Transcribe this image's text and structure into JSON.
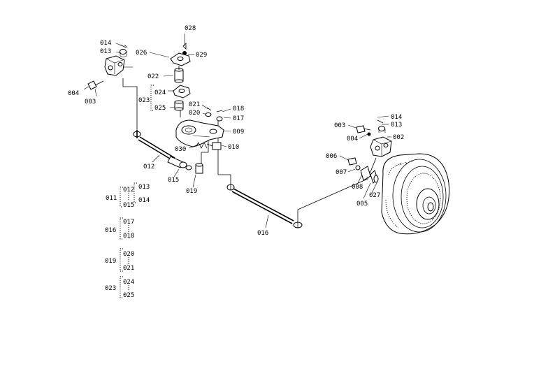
{
  "labels": {
    "l014a": "014",
    "l013a": "013",
    "l004a": "004",
    "l003a": "003",
    "l028": "028",
    "l026": "026",
    "l029": "029",
    "l022": "022",
    "l024": "024",
    "l023": "023",
    "l025": "025",
    "l021": "021",
    "l020": "020",
    "l018": "018",
    "l017": "017",
    "l009": "009",
    "l030": "030",
    "l010": "010",
    "l012": "012",
    "l015": "015",
    "l019": "019",
    "l016": "016",
    "l003b": "003",
    "l014b": "014",
    "l013b": "013",
    "l004b": "004",
    "l002": "002",
    "l006": "006",
    "l007": "007",
    "l008": "008",
    "l027": "027",
    "l005": "005"
  },
  "legend": {
    "g011": {
      "parent": "011",
      "a": "012",
      "b": "015",
      "c": "013",
      "d": "014"
    },
    "g016": {
      "parent": "016",
      "a": "017",
      "b": "018"
    },
    "g019": {
      "parent": "019",
      "a": "020",
      "b": "021"
    },
    "g023": {
      "parent": "023",
      "a": "024",
      "b": "025"
    }
  }
}
